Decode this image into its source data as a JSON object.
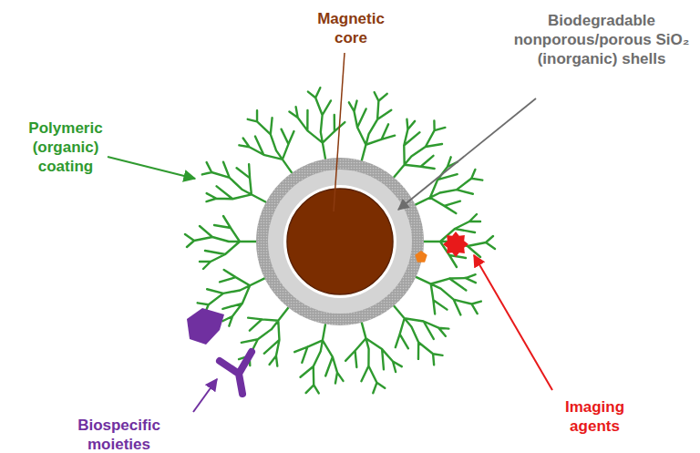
{
  "diagram": {
    "labels": [
      "Magnetic core",
      "Biodegradable nonporous/porous SiO₂ (inorganic) shells",
      "Polymeric (organic) coating",
      "Imaging agents",
      "Biospecific moieties"
    ]
  }
}
